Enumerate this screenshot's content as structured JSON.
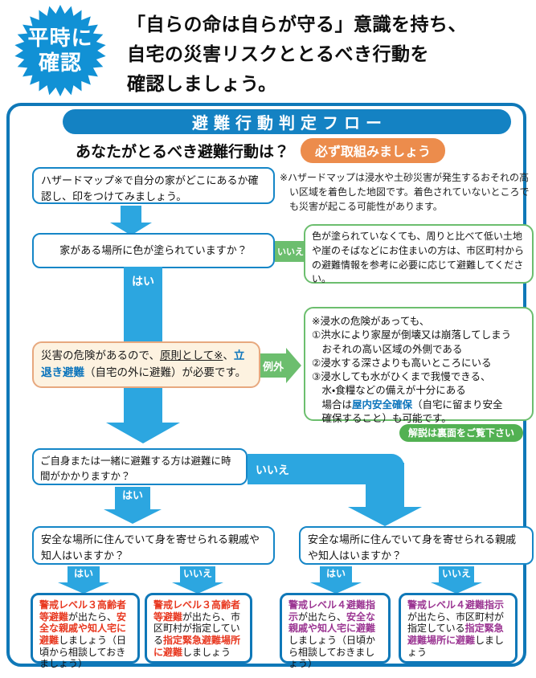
{
  "colors": {
    "stamp_blue": "#1191D5",
    "frame_blue": "#0F78B8",
    "titlebar_blue": "#1482C3",
    "arrow_blue": "#2CA6E0",
    "green": "#6CBE6E",
    "badge_green": "#52B152",
    "badge_orange": "#EC8C4C",
    "cream_bg": "#FDF2E0",
    "cream_border": "#E7A87E",
    "alert_red": "#E83820",
    "alert_purple": "#9B3592",
    "highlight_blue": "#0B74BC"
  },
  "stamp": {
    "line1": "平時に",
    "line2": "確認"
  },
  "headline": {
    "line1": "「自らの命は自らが守る」意識を持ち、",
    "line2": "自宅の災害リスクととるべき行動を",
    "line3": "確認しましょう。"
  },
  "flow": {
    "title": "避難行動判定フロー",
    "question": "あなたがとるべき避難行動は？",
    "badge": "必ず取組みましょう",
    "labels": {
      "yes": "はい",
      "no": "いいえ",
      "exception": "例外"
    },
    "hazard_box": "ハザードマップ※で自分の家がどこにあるか確認し、印をつけてみましょう。",
    "hazard_note": "※ハザードマップは浸水や土砂災害が発生するおそれの高い区域を着色した地図です。着色されていないところでも災害が起こる可能性があります。",
    "color_question": "家がある場所に色が塗られていますか？",
    "uncolored_box": "色が塗られていなくても、周りと比べて低い土地や崖のそばなどにお住まいの方は、市区町村からの避難情報を参考に必要に応じて避難してください。",
    "danger_box": {
      "pre": "災害の危険があるので、",
      "underlined": "原則として※",
      "comma": "、",
      "highlight": "立退き避難",
      "post": "（自宅の外に避難）が必要です。"
    },
    "exception_box": {
      "l1": "※浸水の危険があっても、",
      "l2": "①洪水により家屋が倒壊又は崩落してしまう",
      "l3": "おそれの高い区域の外側である",
      "l4": "②浸水する深さよりも高いところにいる",
      "l5": "③浸水しても水がひくまで我慢できる、",
      "l6": "水・食糧などの備えが十分にある",
      "l7a": "場合は",
      "l7b": "屋内安全確保",
      "l7c": "（自宅に留まり安全",
      "l8": "確保すること）も可能です。"
    },
    "back_note": "解説は裏面をご覧下さい",
    "time_question": "ご自身または一緒に避難する方は避難に時間がかかりますか？",
    "shelter_question": "安全な場所に住んでいて身を寄せられる親戚や知人はいますか？",
    "results": [
      {
        "s1": "警戒レベル３高齢者等避難",
        "s2": "が出たら、",
        "s3": "安全な親戚や知人宅に避難",
        "s4": "しましょう（日頃から相談しておきましょう）",
        "accent": "#E83820"
      },
      {
        "s1": "警戒レベル３高齢者等避難",
        "s2": "が出たら、市区町村が指定している",
        "s3": "指定緊急避難場所に避難",
        "s4": "しましょう",
        "accent": "#E83820"
      },
      {
        "s1": "警戒レベル４避難指示",
        "s2": "が出たら、",
        "s3": "安全な親戚や知人宅に避難",
        "s4": "しましょう（日頃から相談しておきましょう）",
        "accent": "#9B3592"
      },
      {
        "s1": "警戒レベル４避難指示",
        "s2": "が出たら、市区町村が指定している",
        "s3": "指定緊急避難場所に避難",
        "s4": "しましょう",
        "accent": "#9B3592"
      }
    ]
  }
}
